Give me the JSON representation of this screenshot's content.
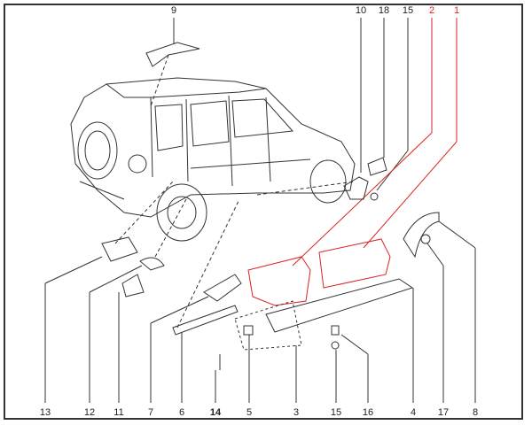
{
  "diagram": {
    "top_callouts": [
      {
        "id": "9",
        "label": "9",
        "highlight": false
      },
      {
        "id": "10",
        "label": "10",
        "highlight": false
      },
      {
        "id": "18",
        "label": "18",
        "highlight": false
      },
      {
        "id": "15a",
        "label": "15",
        "highlight": false
      },
      {
        "id": "2",
        "label": "2",
        "highlight": true
      },
      {
        "id": "1",
        "label": "1",
        "highlight": true
      }
    ],
    "bottom_callouts": [
      {
        "label": "13"
      },
      {
        "label": "12"
      },
      {
        "label": "11"
      },
      {
        "label": "7"
      },
      {
        "label": "6"
      },
      {
        "label": "14"
      },
      {
        "label": "5"
      },
      {
        "label": "3"
      },
      {
        "label": "15"
      },
      {
        "label": "16"
      },
      {
        "label": "4"
      },
      {
        "label": "17"
      },
      {
        "label": "8"
      }
    ],
    "colors": {
      "line": "#333333",
      "highlight": "#dd2222"
    }
  }
}
